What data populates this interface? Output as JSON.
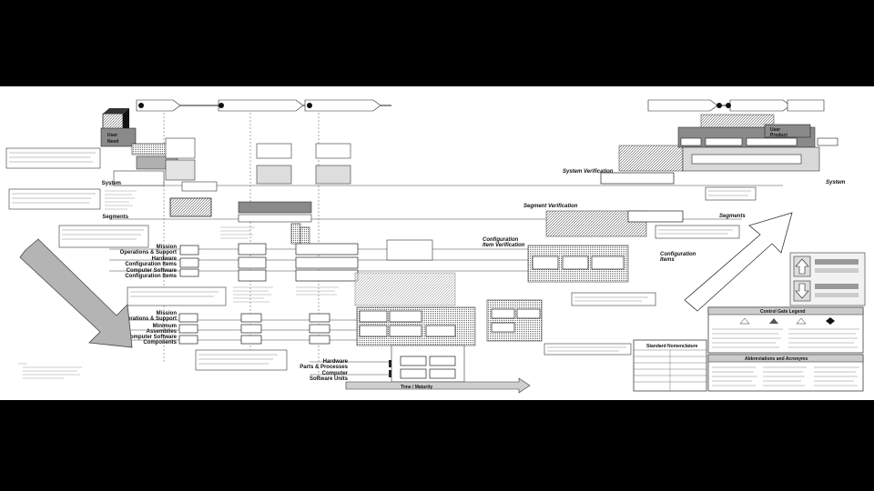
{
  "levels": {
    "system": "System",
    "segments": "Segments",
    "mission_ops_1": "Mission",
    "mission_ops_2": "Operations & Support",
    "hw_ci_1": "Hardware",
    "hw_ci_2": "Configuration Items",
    "csci_1": "Computer Software",
    "csci_2": "Configuration Items",
    "mission_ops_low_1": "Mission",
    "mission_ops_low_2": "Operations & Support",
    "minimum_asm_1": "Minimum",
    "minimum_asm_2": "Assemblies",
    "csc_1": "Computer Software",
    "csc_2": "Components",
    "hw_parts_1": "Hardware",
    "hw_parts_2": "Parts & Processes",
    "csu_1": "Computer",
    "csu_2": "Software Units",
    "system_right": "System",
    "segments_right": "Segments",
    "config_items_right_1": "Configuration",
    "config_items_right_2": "Items"
  },
  "blocks": {
    "user_need_1": "User",
    "user_need_2": "Need",
    "user_product_1": "User",
    "user_product_2": "Product",
    "system_verification": "System Verification",
    "segment_verification": "Segment Verification",
    "config_item_verification_1": "Configuration",
    "config_item_verification_2": "Item Verification"
  },
  "time_axis": "Time / Maturity",
  "legends": {
    "control_gate": "Control Gate Legend",
    "abbreviations": "Abbreviations and Acronyms",
    "standard_nomenclature": "Standard Nomenclature"
  },
  "colors": {
    "frame": "#000000",
    "background": "#ffffff",
    "ink": "#111111",
    "grey_fill": "#9a9a9a",
    "dark_fill": "#3a3a3a"
  }
}
